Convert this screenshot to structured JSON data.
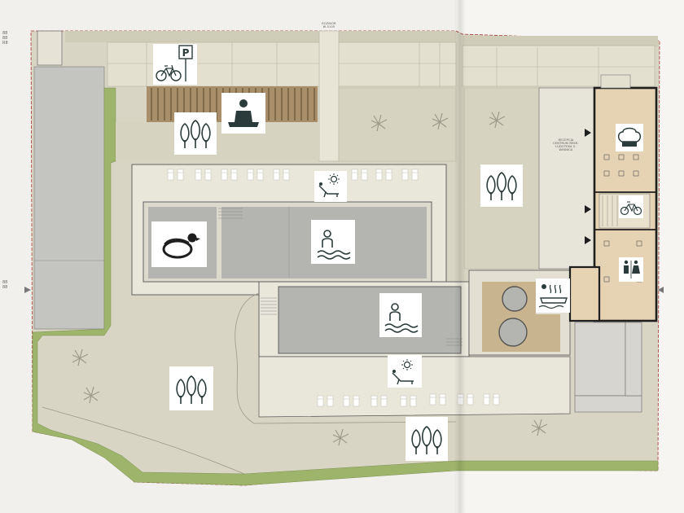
{
  "top_label": "ROZBIÓR\nW-5105",
  "left_margin_top": "88\n88\nR8",
  "left_margin_mid": "88\n88",
  "reception_label": "RECEPCJA\nCENTRUM REKR.\nLUDOTEKA 0.\nWINNICA",
  "colors": {
    "page": "#f1f0ec",
    "ground": "#d8d5c6",
    "path": "#e7e2d3",
    "green_strip": "#9fb46b",
    "pool_deck": "#e9e6da",
    "pool_water": "#b4b4b0",
    "building_fill": "#e6d3b3",
    "wall": "#1e1e1e"
  },
  "icons": [
    {
      "name": "bike-parking",
      "symbol": "parking-sign-bicycle"
    },
    {
      "name": "fitness",
      "symbol": "person-meditating"
    },
    {
      "name": "trees",
      "symbol": "three-trees"
    },
    {
      "name": "sunbed",
      "symbol": "sun-lounger"
    },
    {
      "name": "kids-pool",
      "symbol": "rubber-duck"
    },
    {
      "name": "swimming-pool",
      "symbol": "swimmer"
    },
    {
      "name": "jacuzzi",
      "symbol": "hot-tub"
    },
    {
      "name": "restaurant",
      "symbol": "chef-hat"
    },
    {
      "name": "bike-rental",
      "symbol": "bicycle"
    },
    {
      "name": "restrooms",
      "symbol": "restroom"
    }
  ]
}
